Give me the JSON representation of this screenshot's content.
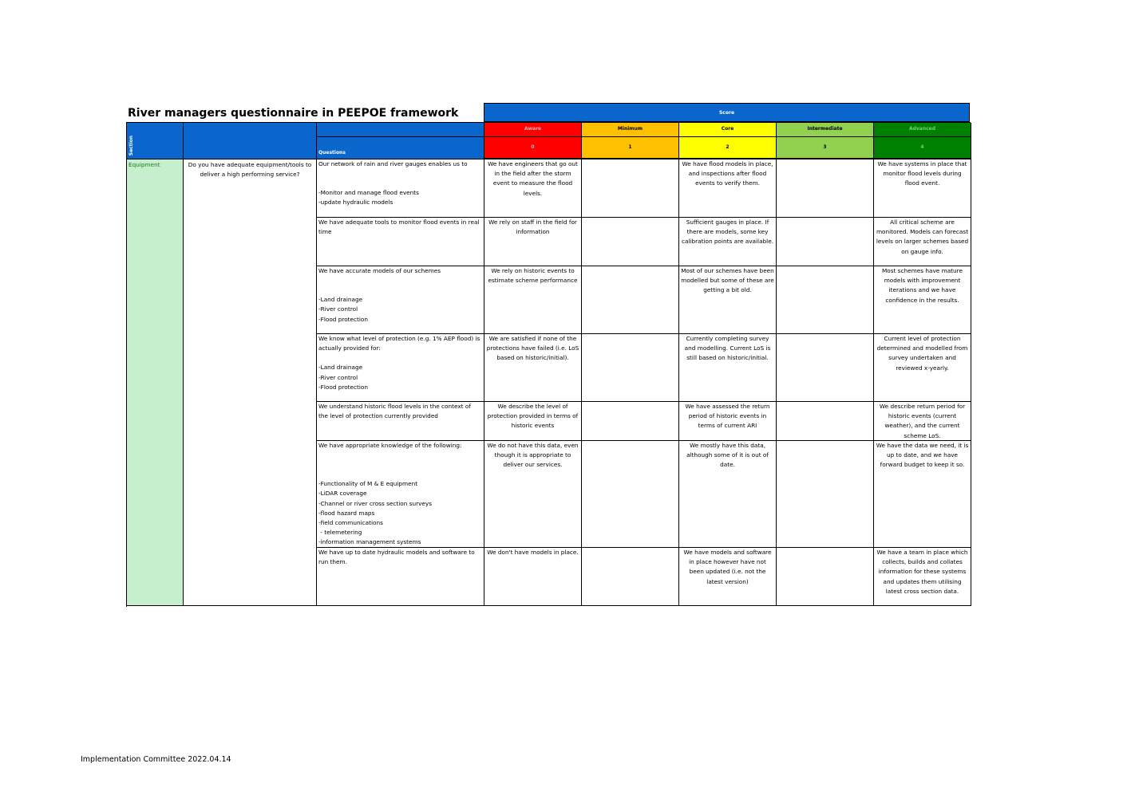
{
  "title": "River managers questionnaire in PEEPOE framework",
  "score_label": "Score",
  "footer": "Implementation Committee 2022.04.14",
  "header": {
    "section": "Section",
    "questions": "Questions",
    "levels": [
      {
        "name": "Aware",
        "num": "0",
        "color": "#ff0000"
      },
      {
        "name": "Minimum",
        "num": "1",
        "color": "#ffc000"
      },
      {
        "name": "Core",
        "num": "2",
        "color": "#ffff00"
      },
      {
        "name": "Intermediate",
        "num": "3",
        "color": "#92d050"
      },
      {
        "name": "Advanced",
        "num": "4",
        "color": "#008000"
      }
    ]
  },
  "section": "Equipment",
  "topic": "Do you have adequate equipment/tools to deliver a high performing service?",
  "rows": [
    {
      "question": "Our network of rain and river gauges enables us to",
      "sub": [
        "-Monitor and manage flood events",
        "-update hydraulic models"
      ],
      "aware": "We have engineers that go out in the field after the storm event to measure the flood levels.",
      "minimum": "",
      "core": "We have flood models in place, and inspections after flood events to verify them.",
      "intermediate": "",
      "advanced": "We have systems in place that monitor flood levels during flood event."
    },
    {
      "question": "We have adequate tools to monitor flood events in real time",
      "sub": [],
      "aware": "We rely on staff in the field for information",
      "minimum": "",
      "core": "Sufficient gauges in place. If there are models, some key calibration points are available.",
      "intermediate": "",
      "advanced": "All critical scheme are monitored. Models can forecast levels on larger schemes based on gauge info."
    },
    {
      "question": "We have accurate models of our schemes",
      "sub": [
        "-Land drainage",
        "-River control",
        "-Flood protection"
      ],
      "aware": "We rely on historic events to estimate scheme performance",
      "minimum": "",
      "core": "Most of our schemes have been modelled but some of these are getting a bit old.",
      "intermediate": "",
      "advanced": "Most schemes have mature models with improvement iterations and we have confidence in the results."
    },
    {
      "question": "We know what level of protection (e.g. 1% AEP flood) is actually provided for:",
      "sub": [
        "-Land drainage",
        "-River control",
        "-Flood protection"
      ],
      "aware": "We are satisfied if none of the protections have failed (i.e. LoS based on historic/initial).",
      "minimum": "",
      "core": "Currently completing survey and modelling. Current LoS is still based on historic/initial.",
      "intermediate": "",
      "advanced": "Current level of protection determined and modelled from survey undertaken and reviewed x-yearly."
    },
    {
      "question": "We understand historic flood levels in the context of the level of protection currently provided",
      "sub": [],
      "aware": "We describe the level of protection provided in terms of historic events",
      "minimum": "",
      "core": "We have assessed the return period of historic events in terms of current ARI",
      "intermediate": "",
      "advanced": "We describe return period for historic events (current weather), and the current scheme LoS."
    },
    {
      "question": "We have appropriate knowledge of the following:",
      "sub": [
        "-Functionality of M & E equipment",
        "-LiDAR coverage",
        "-Channel or river cross section surveys",
        "-flood hazard maps",
        "-field communications",
        " - telemetering",
        "-information management systems"
      ],
      "aware": "We do not have this data, even though it is appropriate to deliver our services.",
      "minimum": "",
      "core": "We mostly have this data, although some of it is out of date.",
      "intermediate": "",
      "advanced": "We have the data we need, it is up to date, and we have forward budget to keep it so."
    },
    {
      "question": "We have up to date hydraulic models and software to run them.",
      "sub": [],
      "aware": "We don't have models in place.",
      "minimum": "",
      "core": "We have models and software in place however have not been updated (i.e. not the latest version)",
      "intermediate": "",
      "advanced": "We have a team in place which collects, builds and collates information for these systems and updates them utilising latest cross section data."
    }
  ]
}
